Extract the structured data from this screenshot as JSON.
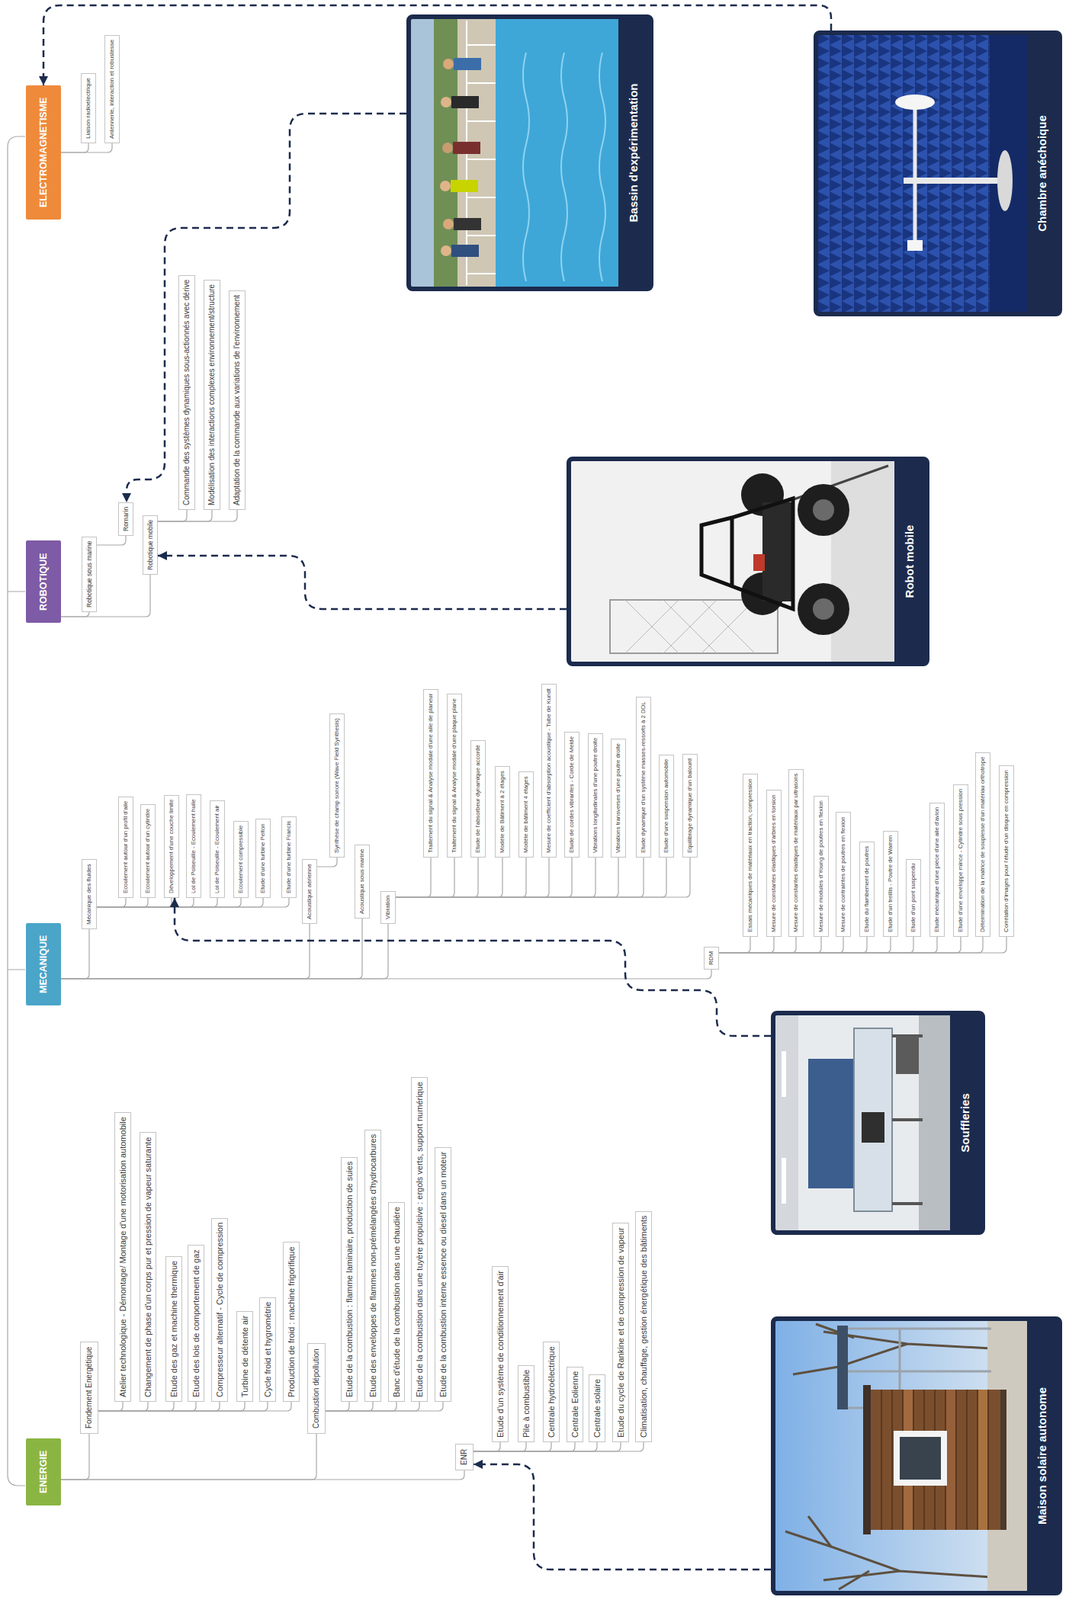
{
  "diagram": {
    "nodes": [
      {
        "text": [
          "ENERGIE"
        ]
      },
      {
        "text": [
          "Fondement Energétique"
        ]
      },
      {
        "text": [
          "Atelier technologique - Démontage/ Montage d'une motorisation automobile"
        ]
      },
      {
        "text": [
          "Changement de phase d'un corps pur et pression de vapeur saturante"
        ]
      },
      {
        "text": [
          "Etude des gaz et machine thermique"
        ]
      },
      {
        "text": [
          "Etude des lois de comportement de gaz"
        ]
      },
      {
        "text": [
          "Compresseur alternatif - Cycle de compression"
        ]
      },
      {
        "text": [
          "Turbine de détente air"
        ]
      },
      {
        "text": [
          "Cycle froid et hygrométrie"
        ]
      },
      {
        "text": [
          "Production de froid : machine frigorifique"
        ]
      },
      {
        "text": [
          "Combustion dépollution"
        ]
      },
      {
        "text": [
          "Etude de la combustion : flamme laminaire, production de suies"
        ]
      },
      {
        "text": [
          "Etude des enveloppes de flammes non-prémélangées d'hydrocarbures"
        ]
      },
      {
        "text": [
          "Banc d'étude de la combustion dans une chaudière"
        ]
      },
      {
        "text": [
          "Etude de la combustion dans une tuyère propulsive : ergols verts, support numérique"
        ]
      },
      {
        "text": [
          "Etude de la combustion interne essence ou diesel dans un moteur"
        ]
      },
      {
        "text": [
          "ENR"
        ]
      },
      {
        "text": [
          "Etude d'un système de conditionnement d'air"
        ]
      },
      {
        "text": [
          "Pile à combustible"
        ]
      },
      {
        "text": [
          "Centrale hydroélectrique"
        ]
      },
      {
        "text": [
          "Centrale Eolienne"
        ]
      },
      {
        "text": [
          "Centrale solaire"
        ]
      },
      {
        "text": [
          "Etude du cycle de Rankine et de compression de vapeur"
        ]
      },
      {
        "text": [
          "Climatisation, chauffage, gestion énergétique des bâtiments"
        ]
      },
      {
        "text": [
          "MECANIQUE"
        ]
      },
      {
        "text": [
          "Mécanique des fluides"
        ]
      },
      {
        "text": [
          "Ecoulement autour d'un profil d'aile"
        ]
      },
      {
        "text": [
          "Ecoulement autour d'un cylindre"
        ]
      },
      {
        "text": [
          "Développement d'une couche limite"
        ]
      },
      {
        "text": [
          "Loi de Poiseuille - Ecoulement huile"
        ]
      },
      {
        "text": [
          "Loi de Poiseuille - Ecoulement air"
        ]
      },
      {
        "text": [
          "Ecoulement compressible"
        ]
      },
      {
        "text": [
          "Etude d'une turbine Pelton"
        ]
      },
      {
        "text": [
          "Etude d'une turbine Francis"
        ]
      },
      {
        "text": [
          "Acoustique aérienne"
        ]
      },
      {
        "text": [
          "Synthèse de champ sonore (Wave Field Synthesis)"
        ]
      },
      {
        "text": [
          "Acoustique sous marine"
        ]
      },
      {
        "text": [
          "Vibration"
        ]
      },
      {
        "text": [
          "Traitement du signal & Analyse modale d'une aile de planeur"
        ]
      },
      {
        "text": [
          "Traitement du signal & Analyse modale d'une plaque plane"
        ]
      },
      {
        "text": [
          "Etude de l'absorbeur dynamique accordé"
        ]
      },
      {
        "text": [
          "Modèle de Bâtiment à 2 étages"
        ]
      },
      {
        "text": [
          "Modèle de bâtiment 4 étages"
        ]
      },
      {
        "text": [
          "Mesure de coefficient d'absorption acoustique - Tube de Kundt"
        ]
      },
      {
        "text": [
          "Etude de cordes vibrantes - Corde de Melde"
        ]
      },
      {
        "text": [
          "Vibrations longitudinales d'une poutre droite"
        ]
      },
      {
        "text": [
          "Vibrations transverses d'une poutre droite"
        ]
      },
      {
        "text": [
          "Etude dynamique d'un système masses-ressorts à 2 DDL"
        ]
      },
      {
        "text": [
          "Etude d'une suspension automobile"
        ]
      },
      {
        "text": [
          "Equilibrage dynamique d'un balourd"
        ]
      },
      {
        "text": [
          "RDM"
        ]
      },
      {
        "text": [
          "Essais mécaniques de matériaux en traction, compression"
        ]
      },
      {
        "text": [
          "Mesure de constantes élastiques d'arbres en torsion"
        ]
      },
      {
        "text": [
          "Mesure de constantes élastiques de matériaux par ultrasons"
        ]
      },
      {
        "text": [
          "Mesure de modules d'Young de poutres en flexion"
        ]
      },
      {
        "text": [
          "Mesure de contraintes de poutres en flexion"
        ]
      },
      {
        "text": [
          "Etude du flambement de poutres"
        ]
      },
      {
        "text": [
          "Etude d'un treillis - Poutre de Warren"
        ]
      },
      {
        "text": [
          "Etude d'un pont suspendu"
        ]
      },
      {
        "text": [
          "Etude mécanique d'une pièce d'une aile d'avion"
        ]
      },
      {
        "text": [
          "Etude d'une enveloppe mince - Cylindre sous pression"
        ]
      },
      {
        "text": [
          "Détermination de la matrice de souplesse d'un matériau orthotrope"
        ]
      },
      {
        "text": [
          "Corrélation d'images pour l'étude d'un disque en compression"
        ]
      },
      {
        "text": [
          "ROBOTIQUE"
        ]
      },
      {
        "text": [
          "Robotique sous marine"
        ]
      },
      {
        "text": [
          "Romarin"
        ]
      },
      {
        "text": [
          "Robotique mobile"
        ]
      },
      {
        "text": [
          "Commande des systèmes dynamiques sous-actionnés avec dérive"
        ]
      },
      {
        "text": [
          "Modélisation des interactions complexes environnement/structure"
        ]
      },
      {
        "text": [
          "Adaptation de la commande aux variations de l'environnement"
        ]
      },
      {
        "text": [
          "ELECTROMAGNETISME"
        ]
      },
      {
        "text": [
          "Liaison radioélectrique"
        ]
      },
      {
        "text": [
          "Antennerie, interaction et robustesse"
        ]
      },
      {
        "text": [
          "Maison solaire autonome"
        ]
      },
      {
        "text": [
          "Souffleries"
        ]
      },
      {
        "text": [
          "Robot mobile"
        ]
      },
      {
        "text": [
          "Bassin d'expérimentation"
        ]
      },
      {
        "text": [
          "Chambre anéchoique"
        ]
      }
    ],
    "edges": [
      {
        "from": 0,
        "to": 1,
        "arrow": "none"
      },
      {
        "from": 0,
        "to": 10,
        "arrow": "none"
      },
      {
        "from": 0,
        "to": 16,
        "arrow": "none"
      },
      {
        "from": 1,
        "to": 2,
        "arrow": "none"
      },
      {
        "from": 1,
        "to": 3,
        "arrow": "none"
      },
      {
        "from": 1,
        "to": 4,
        "arrow": "none"
      },
      {
        "from": 1,
        "to": 5,
        "arrow": "none"
      },
      {
        "from": 1,
        "to": 6,
        "arrow": "none"
      },
      {
        "from": 1,
        "to": 7,
        "arrow": "none"
      },
      {
        "from": 1,
        "to": 8,
        "arrow": "none"
      },
      {
        "from": 1,
        "to": 9,
        "arrow": "none"
      },
      {
        "from": 10,
        "to": 11,
        "arrow": "none"
      },
      {
        "from": 10,
        "to": 12,
        "arrow": "none"
      },
      {
        "from": 10,
        "to": 13,
        "arrow": "none"
      },
      {
        "from": 10,
        "to": 14,
        "arrow": "none"
      },
      {
        "from": 10,
        "to": 15,
        "arrow": "none"
      },
      {
        "from": 16,
        "to": 17,
        "arrow": "none"
      },
      {
        "from": 16,
        "to": 18,
        "arrow": "none"
      },
      {
        "from": 16,
        "to": 19,
        "arrow": "none"
      },
      {
        "from": 16,
        "to": 20,
        "arrow": "none"
      },
      {
        "from": 16,
        "to": 21,
        "arrow": "none"
      },
      {
        "from": 16,
        "to": 22,
        "arrow": "none"
      },
      {
        "from": 16,
        "to": 23,
        "arrow": "none"
      },
      {
        "from": 24,
        "to": 25,
        "arrow": "none"
      },
      {
        "from": 24,
        "to": 34,
        "arrow": "none"
      },
      {
        "from": 24,
        "to": 36,
        "arrow": "none"
      },
      {
        "from": 24,
        "to": 37,
        "arrow": "none"
      },
      {
        "from": 24,
        "to": 50,
        "arrow": "none"
      },
      {
        "from": 25,
        "to": 26,
        "arrow": "none"
      },
      {
        "from": 25,
        "to": 27,
        "arrow": "none"
      },
      {
        "from": 25,
        "to": 28,
        "arrow": "none"
      },
      {
        "from": 25,
        "to": 29,
        "arrow": "none"
      },
      {
        "from": 25,
        "to": 30,
        "arrow": "none"
      },
      {
        "from": 25,
        "to": 31,
        "arrow": "none"
      },
      {
        "from": 25,
        "to": 32,
        "arrow": "none"
      },
      {
        "from": 25,
        "to": 33,
        "arrow": "none"
      },
      {
        "from": 34,
        "to": 35,
        "arrow": "none"
      },
      {
        "from": 37,
        "to": 38,
        "arrow": "none"
      },
      {
        "from": 37,
        "to": 39,
        "arrow": "none"
      },
      {
        "from": 37,
        "to": 40,
        "arrow": "none"
      },
      {
        "from": 37,
        "to": 41,
        "arrow": "none"
      },
      {
        "from": 37,
        "to": 42,
        "arrow": "none"
      },
      {
        "from": 37,
        "to": 43,
        "arrow": "none"
      },
      {
        "from": 37,
        "to": 44,
        "arrow": "none"
      },
      {
        "from": 37,
        "to": 45,
        "arrow": "none"
      },
      {
        "from": 37,
        "to": 46,
        "arrow": "none"
      },
      {
        "from": 37,
        "to": 47,
        "arrow": "none"
      },
      {
        "from": 37,
        "to": 48,
        "arrow": "none"
      },
      {
        "from": 37,
        "to": 49,
        "arrow": "none"
      },
      {
        "from": 50,
        "to": 51,
        "arrow": "none"
      },
      {
        "from": 50,
        "to": 52,
        "arrow": "none"
      },
      {
        "from": 50,
        "to": 53,
        "arrow": "none"
      },
      {
        "from": 50,
        "to": 54,
        "arrow": "none"
      },
      {
        "from": 50,
        "to": 55,
        "arrow": "none"
      },
      {
        "from": 50,
        "to": 56,
        "arrow": "none"
      },
      {
        "from": 50,
        "to": 57,
        "arrow": "none"
      },
      {
        "from": 50,
        "to": 58,
        "arrow": "none"
      },
      {
        "from": 50,
        "to": 59,
        "arrow": "none"
      },
      {
        "from": 50,
        "to": 60,
        "arrow": "none"
      },
      {
        "from": 50,
        "to": 61,
        "arrow": "none"
      },
      {
        "from": 50,
        "to": 62,
        "arrow": "none"
      },
      {
        "from": 63,
        "to": 64,
        "arrow": "none"
      },
      {
        "from": 63,
        "to": 66,
        "arrow": "none"
      },
      {
        "from": 64,
        "to": 65,
        "arrow": "none"
      },
      {
        "from": 66,
        "to": 67,
        "arrow": "none"
      },
      {
        "from": 66,
        "to": 68,
        "arrow": "none"
      },
      {
        "from": 66,
        "to": 69,
        "arrow": "none"
      },
      {
        "from": 70,
        "to": 71,
        "arrow": "none"
      },
      {
        "from": 70,
        "to": 72,
        "arrow": "none"
      },
      {
        "from": 73,
        "to": 16,
        "arrow": "to"
      },
      {
        "from": 74,
        "to": 28,
        "arrow": "to"
      },
      {
        "from": 75,
        "to": 66,
        "arrow": "to"
      },
      {
        "from": 76,
        "to": 65,
        "arrow": "to"
      },
      {
        "from": 77,
        "to": 70,
        "arrow": "to"
      }
    ]
  }
}
